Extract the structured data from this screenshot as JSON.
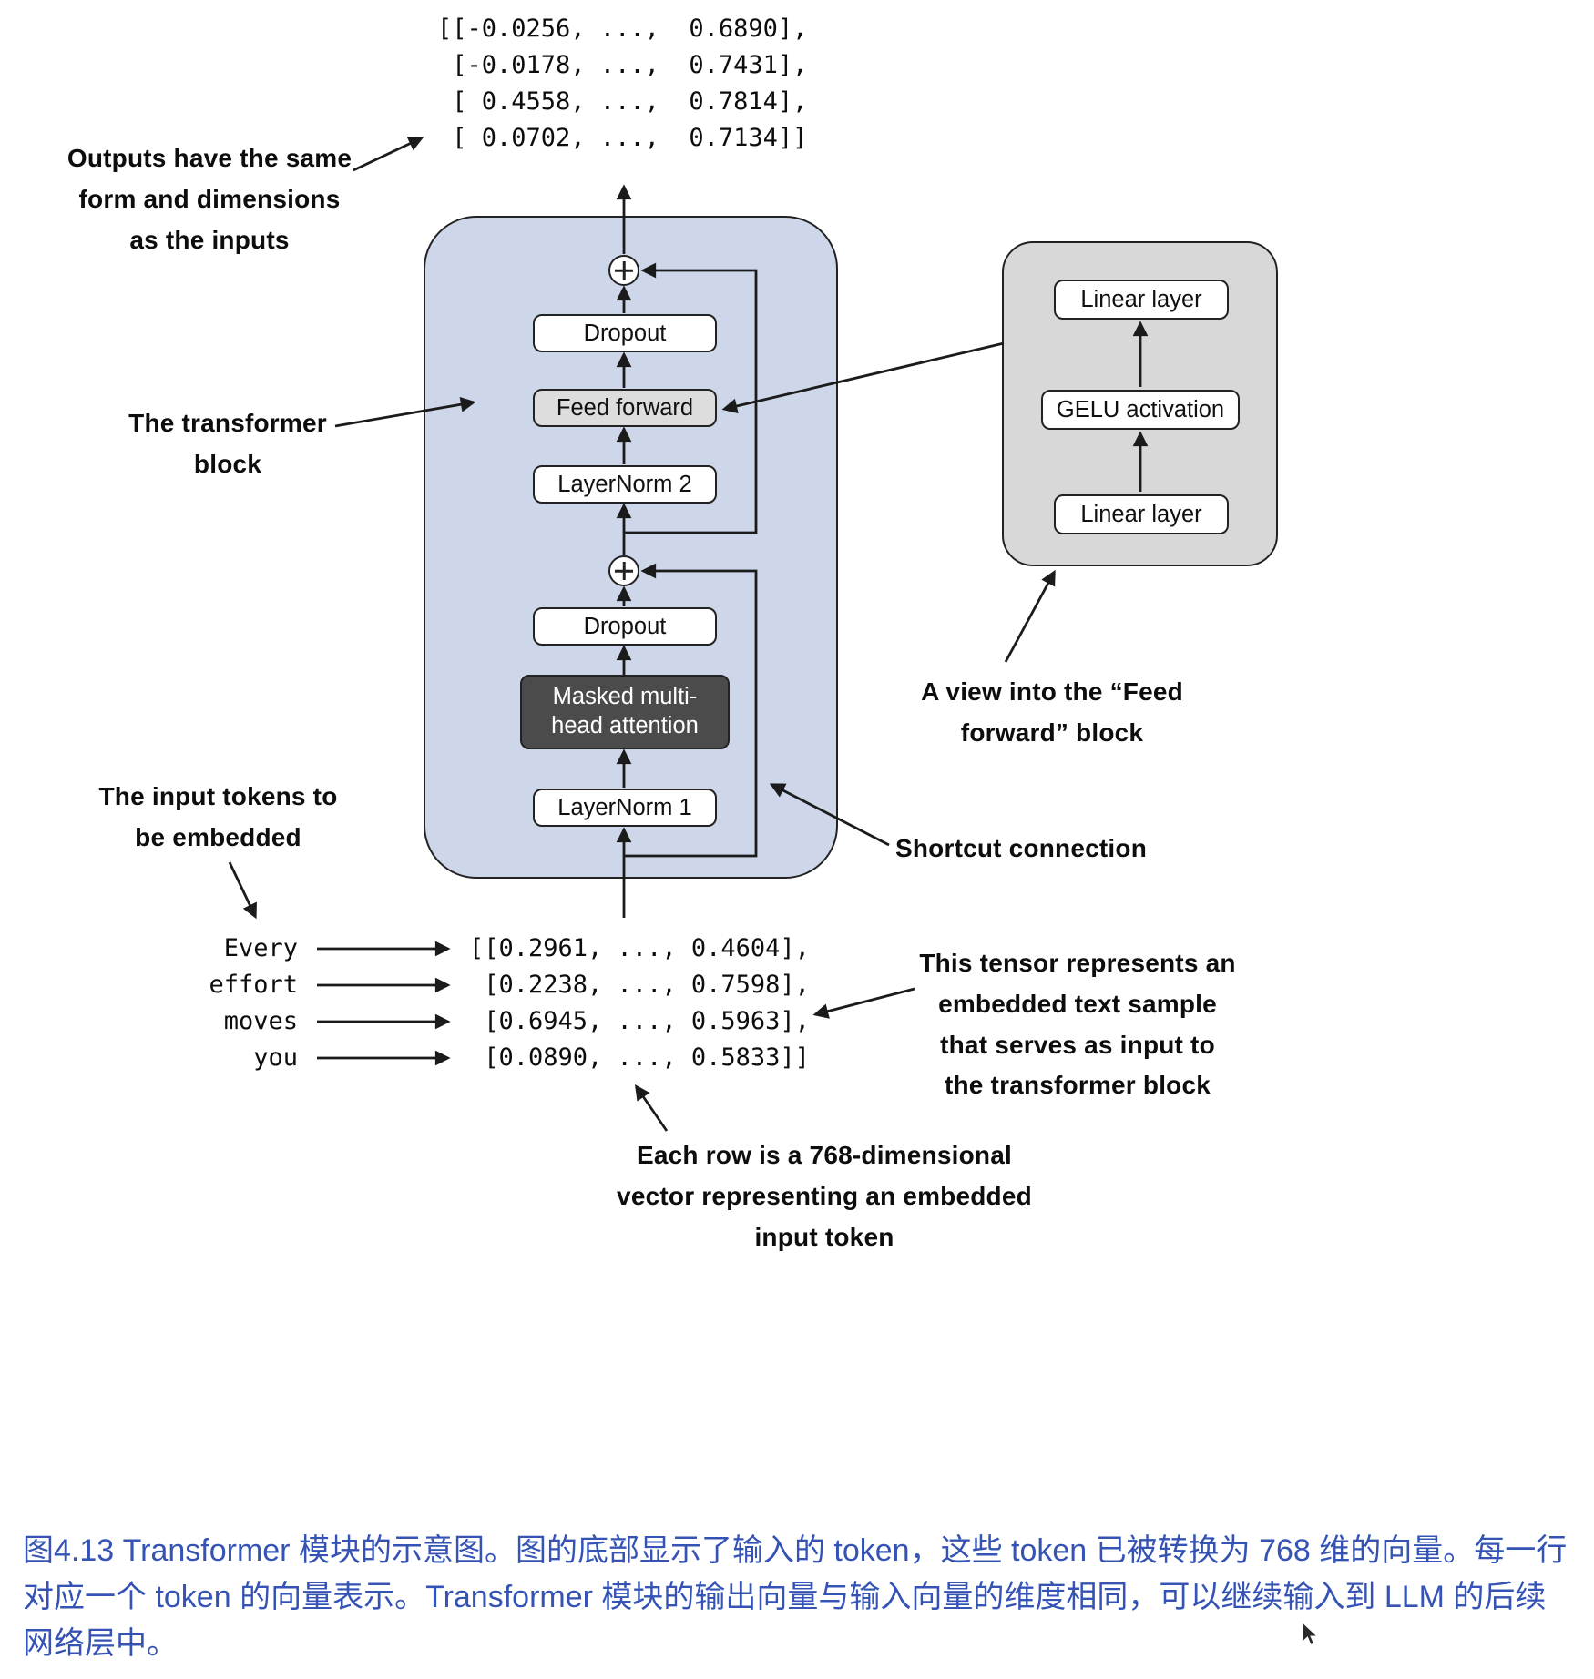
{
  "figure": {
    "caption": "图4.13 Transformer 模块的示意图。图的底部显示了输入的 token，这些 token 已被转换为 768 维的向量。每一行对应一个 token 的向量表示。Transformer 模块的输出向量与输入向量的维度相同，可以继续输入到 LLM 的后续网络层中。"
  },
  "colors": {
    "transformer_block_fill": "#cdd7e9",
    "ff_view_fill": "#d8d8d8",
    "attention_fill": "#4b4b4b",
    "feed_forward_fill": "#dddddd",
    "node_border": "#222222",
    "arrow_color": "#1b1b1b",
    "caption_color": "#3453b4"
  },
  "tensors": {
    "output": "[[-0.0256, ...,  0.6890],\n [-0.0178, ...,  0.7431],\n [ 0.4558, ...,  0.7814],\n [ 0.0702, ...,  0.7134]]",
    "input": "[[0.2961, ..., 0.4604],\n [0.2238, ..., 0.7598],\n [0.6945, ..., 0.5963],\n [0.0890, ..., 0.5833]]"
  },
  "tokens": [
    "Every",
    "effort",
    "moves",
    "you"
  ],
  "transformer_block": {
    "layernorm_1": "LayerNorm 1",
    "attention": "Masked multi-head attention",
    "dropout_lower": "Dropout",
    "layernorm_2": "LayerNorm 2",
    "feed_forward": "Feed forward",
    "dropout_upper": "Dropout"
  },
  "ff_view": {
    "linear_top": "Linear layer",
    "gelu": "GELU activation",
    "linear_bottom": "Linear layer"
  },
  "annotations": {
    "outputs": "Outputs have the same form and dimensions as the inputs",
    "transformer_block": "The transformer block",
    "ff_view": "A view into the  “Feed forward” block",
    "shortcut": "Shortcut connection",
    "input_tokens": "The input tokens to be embedded",
    "tensor_note": "This tensor represents an embedded text sample that serves as input to the transformer block",
    "row_note": "Each row is a 768-dimensional vector representing an embedded input token"
  },
  "icons": {
    "residual_add_upper": "plus-circle",
    "residual_add_lower": "plus-circle",
    "pointer": "mouse-cursor"
  }
}
